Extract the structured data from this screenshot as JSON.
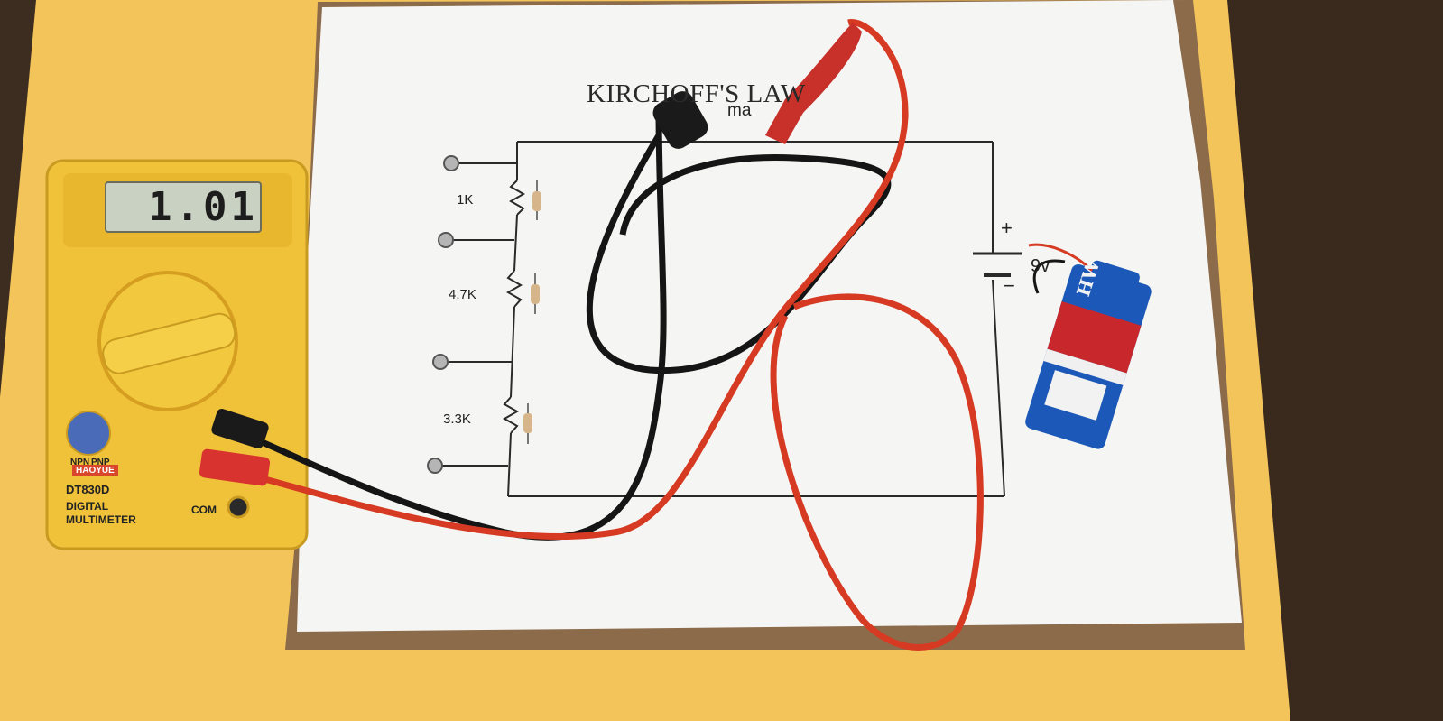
{
  "multimeter": {
    "reading": "1.01",
    "brand": "HAOYUE",
    "model": "DT830D",
    "subtitle_line1": "DIGITAL",
    "subtitle_line2": "MULTIMETER",
    "com_label": "COM",
    "npn_label": "NPN",
    "pnp_label": "PNP",
    "body_color": "#f2c53a"
  },
  "circuit_sheet": {
    "title": "KIRCHOFF'S LAW",
    "meter_label": "ma",
    "resistors": [
      {
        "label": "1K"
      },
      {
        "label": "4.7K"
      },
      {
        "label": "3.3K"
      }
    ],
    "battery": {
      "plus": "+",
      "minus": "−",
      "voltage": "9v"
    }
  },
  "battery_9v": {
    "brand": "HW",
    "colors": {
      "top": "#1b56b8",
      "stripe_red": "#c8282c",
      "stripe_white": "#f2f2f2"
    }
  },
  "colors": {
    "background_wood": "#3b2a1e",
    "yellow_paper": "#f4c75a",
    "cardboard": "#8a6a4a",
    "white_paper": "#f5f5f3",
    "red_wire": "#d63a22",
    "black_wire": "#151515"
  }
}
